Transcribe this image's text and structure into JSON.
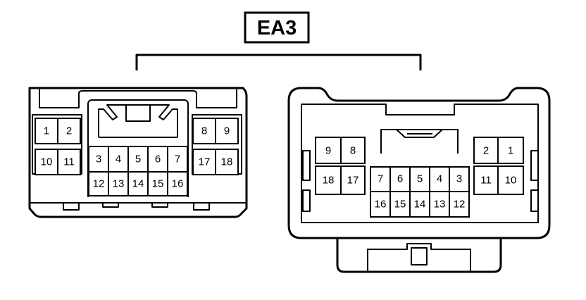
{
  "connector_label": "EA3",
  "left_connector": {
    "pins": {
      "p1": "1",
      "p2": "2",
      "p10": "10",
      "p11": "11",
      "p8": "8",
      "p9": "9",
      "p17": "17",
      "p18": "18",
      "p3": "3",
      "p4": "4",
      "p5": "5",
      "p6": "6",
      "p7": "7",
      "p12": "12",
      "p13": "13",
      "p14": "14",
      "p15": "15",
      "p16": "16"
    }
  },
  "right_connector": {
    "pins": {
      "p9": "9",
      "p8": "8",
      "p18": "18",
      "p17": "17",
      "p2": "2",
      "p1": "1",
      "p11": "11",
      "p10": "10",
      "p7": "7",
      "p6": "6",
      "p5": "5",
      "p4": "4",
      "p3": "3",
      "p16": "16",
      "p15": "15",
      "p14": "14",
      "p13": "13",
      "p12": "12"
    }
  }
}
